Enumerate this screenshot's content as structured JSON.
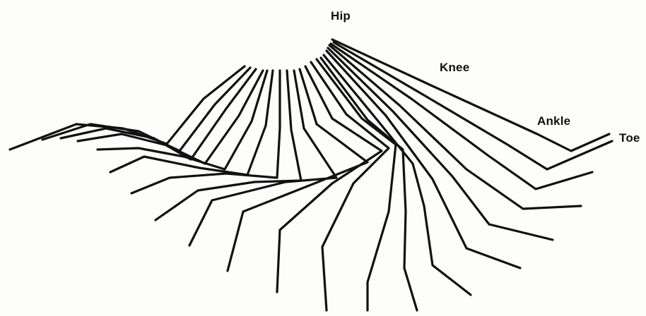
{
  "diagram": {
    "labels": {
      "hip": "Hip",
      "knee": "Knee",
      "ankle": "Ankle",
      "toe": "Toe"
    },
    "line_color": "#111111",
    "background": "#fdfdfb"
  }
}
